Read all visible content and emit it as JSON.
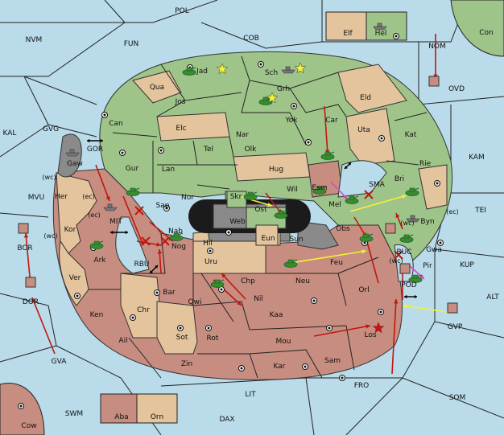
{
  "map": {
    "colors": {
      "sea": "#b9dbea",
      "green": "#9fc489",
      "tan": "#e3c49c",
      "red": "#c78d80",
      "grey": "#8a8a8a",
      "dark": "#1b1b1b",
      "arrow_red": "#c0170f",
      "arrow_yellow": "#f2f23a",
      "arrow_magenta": "#d24bbf"
    },
    "sea_labels": [
      "POL",
      "NVM",
      "FUN",
      "COB",
      "NOM",
      "OVD",
      "Con",
      "KAL",
      "GVG",
      "GOR",
      "KAM",
      "MVU",
      "TEI",
      "BOR",
      "MIT",
      "DOR",
      "RBU",
      "SMA",
      "KUP",
      "ALT",
      "GVP",
      "GVA",
      "SWM",
      "LIT",
      "DAX",
      "FRO",
      "SOM"
    ],
    "land_labels": [
      "Elf",
      "Hel",
      "Jad",
      "Sch",
      "Qua",
      "Grh",
      "Eld",
      "Jos",
      "Can",
      "Yok",
      "Car",
      "Uta",
      "Elc",
      "Nar",
      "Kat",
      "Gaw",
      "Tel",
      "Olk",
      "Lan",
      "Gur",
      "Hug",
      "Rie",
      "Wil",
      "Esm",
      "Bri",
      "Her",
      "Skr",
      "Nor",
      "Ost",
      "Mel",
      "Sap",
      "Web",
      "Byn",
      "Kor",
      "Nab",
      "Eun",
      "Sun",
      "Obs",
      "Ark",
      "Nog",
      "Hil",
      "Gwa",
      "Uru",
      "Feu",
      "Pir",
      "Ver",
      "Chp",
      "Neu",
      "Orl",
      "Bar",
      "Qwi",
      "Nil",
      "Chr",
      "Ken",
      "Kaa",
      "Sot",
      "Rot",
      "Ail",
      "Mou",
      "Los",
      "Zin",
      "Kar",
      "Sam",
      "Aba",
      "Orn",
      "Cow"
    ],
    "wc_labels": [
      "(wc)",
      "(ec)",
      "(ec)",
      "(wc)",
      "(wc)",
      "(ec)",
      "(wc)"
    ],
    "other_labels": [
      "BUC",
      "POD"
    ]
  }
}
